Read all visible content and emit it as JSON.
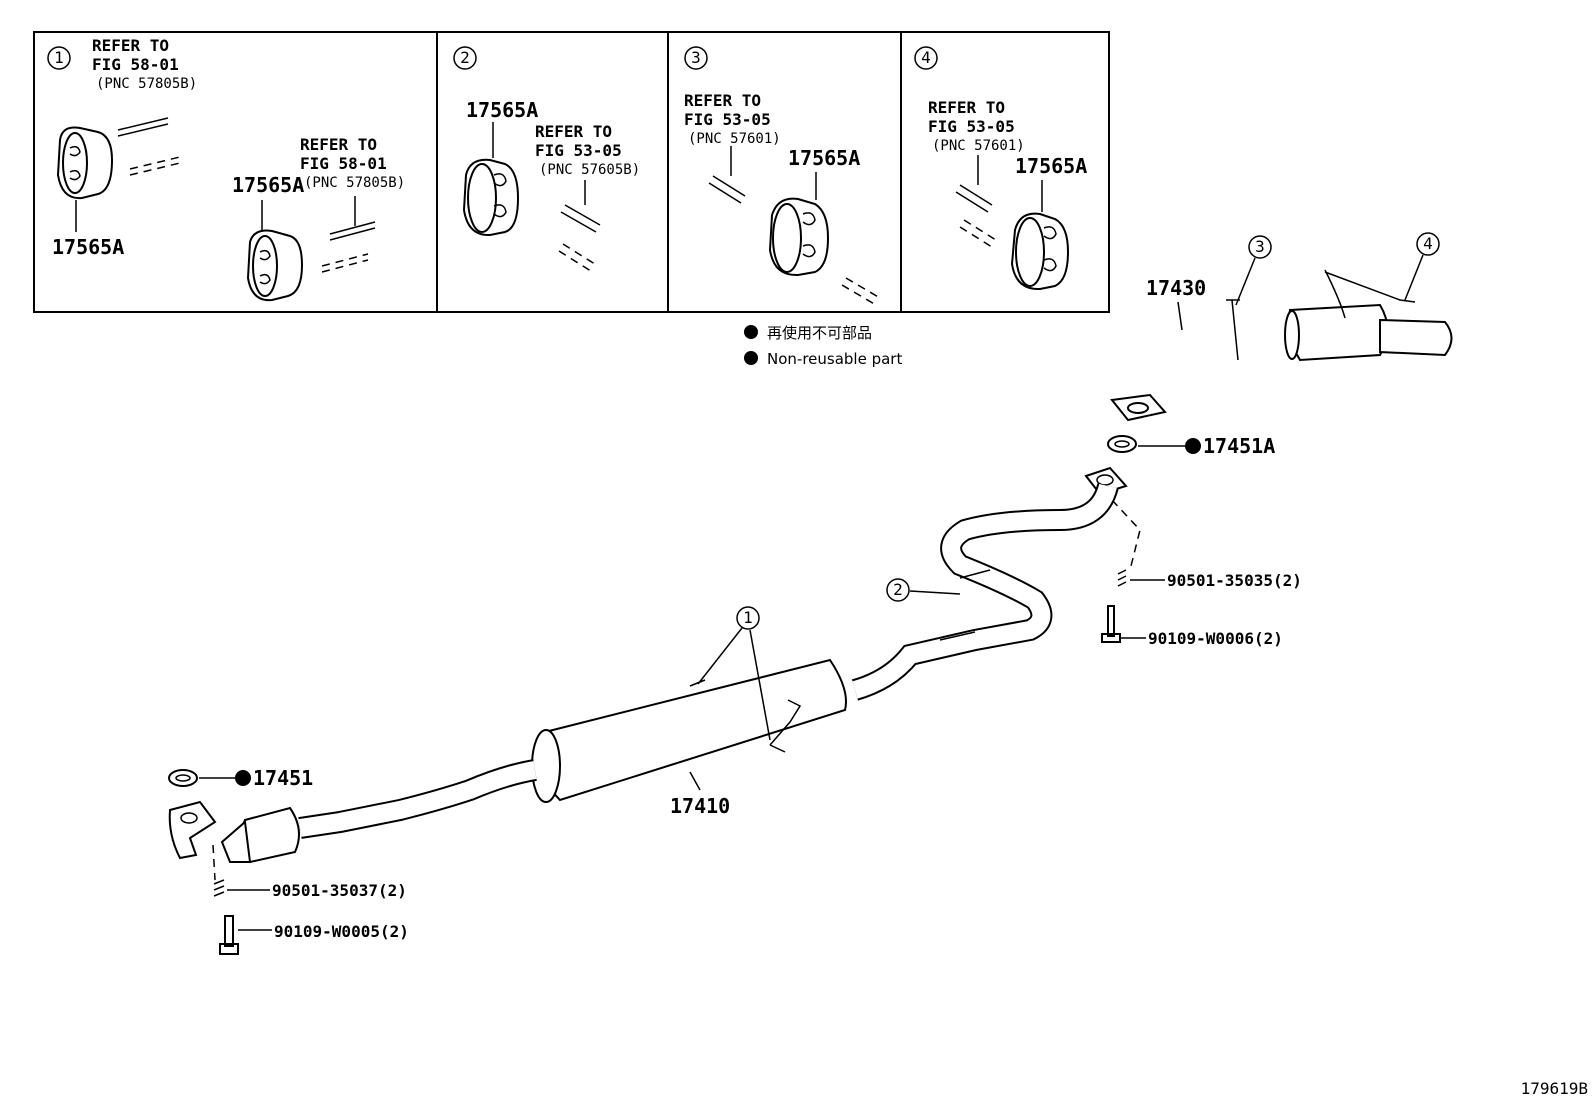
{
  "insets": [
    {
      "num": "1",
      "refs": [
        {
          "l1": "REFER TO",
          "l2": "FIG 58-01",
          "l3": "(PNC 57805B)"
        },
        {
          "l1": "REFER TO",
          "l2": "FIG 58-01",
          "l3": "(PNC 57805B)"
        }
      ],
      "parts": [
        "17565A",
        "17565A"
      ]
    },
    {
      "num": "2",
      "refs": [
        {
          "l1": "REFER TO",
          "l2": "FIG 53-05",
          "l3": "(PNC 57605B)"
        }
      ],
      "parts": [
        "17565A"
      ]
    },
    {
      "num": "3",
      "refs": [
        {
          "l1": "REFER TO",
          "l2": "FIG 53-05",
          "l3": "(PNC 57601)"
        }
      ],
      "parts": [
        "17565A"
      ]
    },
    {
      "num": "4",
      "refs": [
        {
          "l1": "REFER TO",
          "l2": "FIG 53-05",
          "l3": "(PNC 57601)"
        }
      ],
      "parts": [
        "17565A"
      ]
    }
  ],
  "legend": {
    "jp": "再使用不可部品",
    "en": "Non-reusable part"
  },
  "callouts": {
    "c1": "1",
    "c2": "2",
    "c3": "3",
    "c4": "4"
  },
  "parts": {
    "tail_pipe": "17430",
    "gasket_rear": "17451A",
    "stud_rear": "90501-35035(2)",
    "bolt_rear": "90109-W0006(2)",
    "center_pipe": "17410",
    "gasket_front": "17451",
    "stud_front": "90501-35037(2)",
    "bolt_front": "90109-W0005(2)"
  },
  "figure_id": "179619B"
}
